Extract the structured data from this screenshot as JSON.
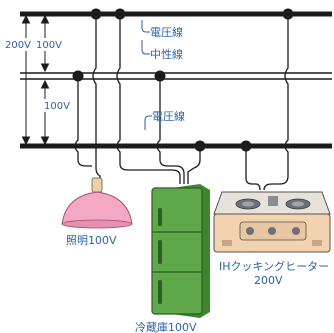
{
  "labels": {
    "voltage_total": "200V",
    "voltage_upper": "100V",
    "voltage_lower": "100V",
    "wire_top": "電圧線",
    "wire_neutral": "中性線",
    "wire_bottom": "電圧線"
  },
  "appliances": {
    "lamp": "照明100V",
    "fridge": "冷蔵庫100V",
    "ih_line1": "IHクッキングヒーター",
    "ih_line2": "200V"
  },
  "colors": {
    "wire": "#1c1c1c",
    "label": "#2a63a8",
    "lamp_shade": "#f4a8c4",
    "fridge": "#4e9a3c",
    "ih_body": "#f3d2b0"
  }
}
